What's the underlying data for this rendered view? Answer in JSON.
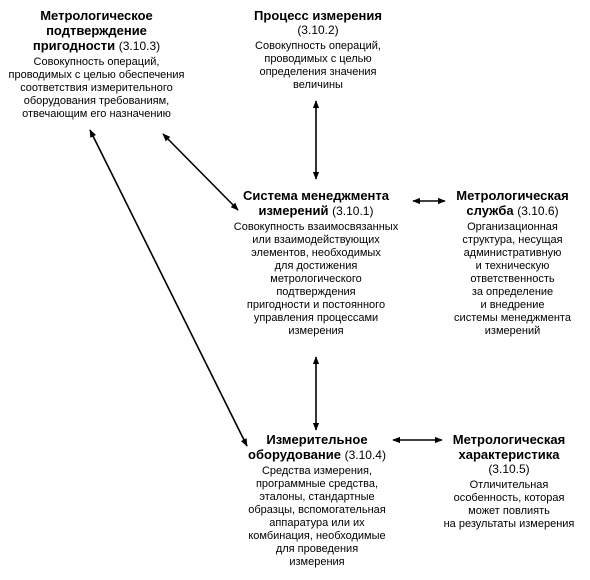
{
  "nodes": {
    "metrological_confirmation": {
      "title_lines": [
        "Метрологическое",
        "подтверждение",
        "пригодности"
      ],
      "ref": "(3.10.3)",
      "desc_lines": [
        "Совокупность операций,",
        "проводимых с целью обеспечения",
        "соответствия измерительного",
        "оборудования требованиям,",
        "отвечающим его назначению"
      ]
    },
    "measurement_process": {
      "title_lines": [
        "Процесс измерения"
      ],
      "ref": "(3.10.2)",
      "desc_lines": [
        "Совокупность операций,",
        "проводимых с целью",
        "определения значения",
        "величины"
      ]
    },
    "measurement_management_system": {
      "title_lines": [
        "Система менеджмента",
        "измерений"
      ],
      "ref": "(3.10.1)",
      "desc_lines": [
        "Совокупность взаимосвязанных",
        "или взаимодействующих",
        "элементов, необходимых",
        "для достижения",
        "метрологического",
        "подтверждения",
        "пригодности и постоянного",
        "управления процессами",
        "измерения"
      ]
    },
    "metrological_service": {
      "title_lines": [
        "Метрологическая",
        "служба"
      ],
      "ref": "(3.10.6)",
      "desc_lines": [
        "Организационная",
        "структура, несущая",
        "административную",
        "и техническую",
        "ответственность",
        "за определение",
        "и внедрение",
        "системы менеджмента",
        "измерений"
      ]
    },
    "measuring_equipment": {
      "title_lines": [
        "Измерительное",
        "оборудование"
      ],
      "ref": "(3.10.4)",
      "desc_lines": [
        "Средства измерения,",
        "программные средства,",
        "эталоны, стандартные",
        "образцы, вспомогательная",
        "аппаратура или их",
        "комбинация, необходимые",
        "для проведения",
        "измерения"
      ]
    },
    "metrological_characteristic": {
      "title_lines": [
        "Метрологическая",
        "характеристика"
      ],
      "ref": "(3.10.5)",
      "desc_lines": [
        "Отличительная",
        "особенность, которая",
        "может повлиять",
        "на результаты измерения"
      ]
    }
  }
}
